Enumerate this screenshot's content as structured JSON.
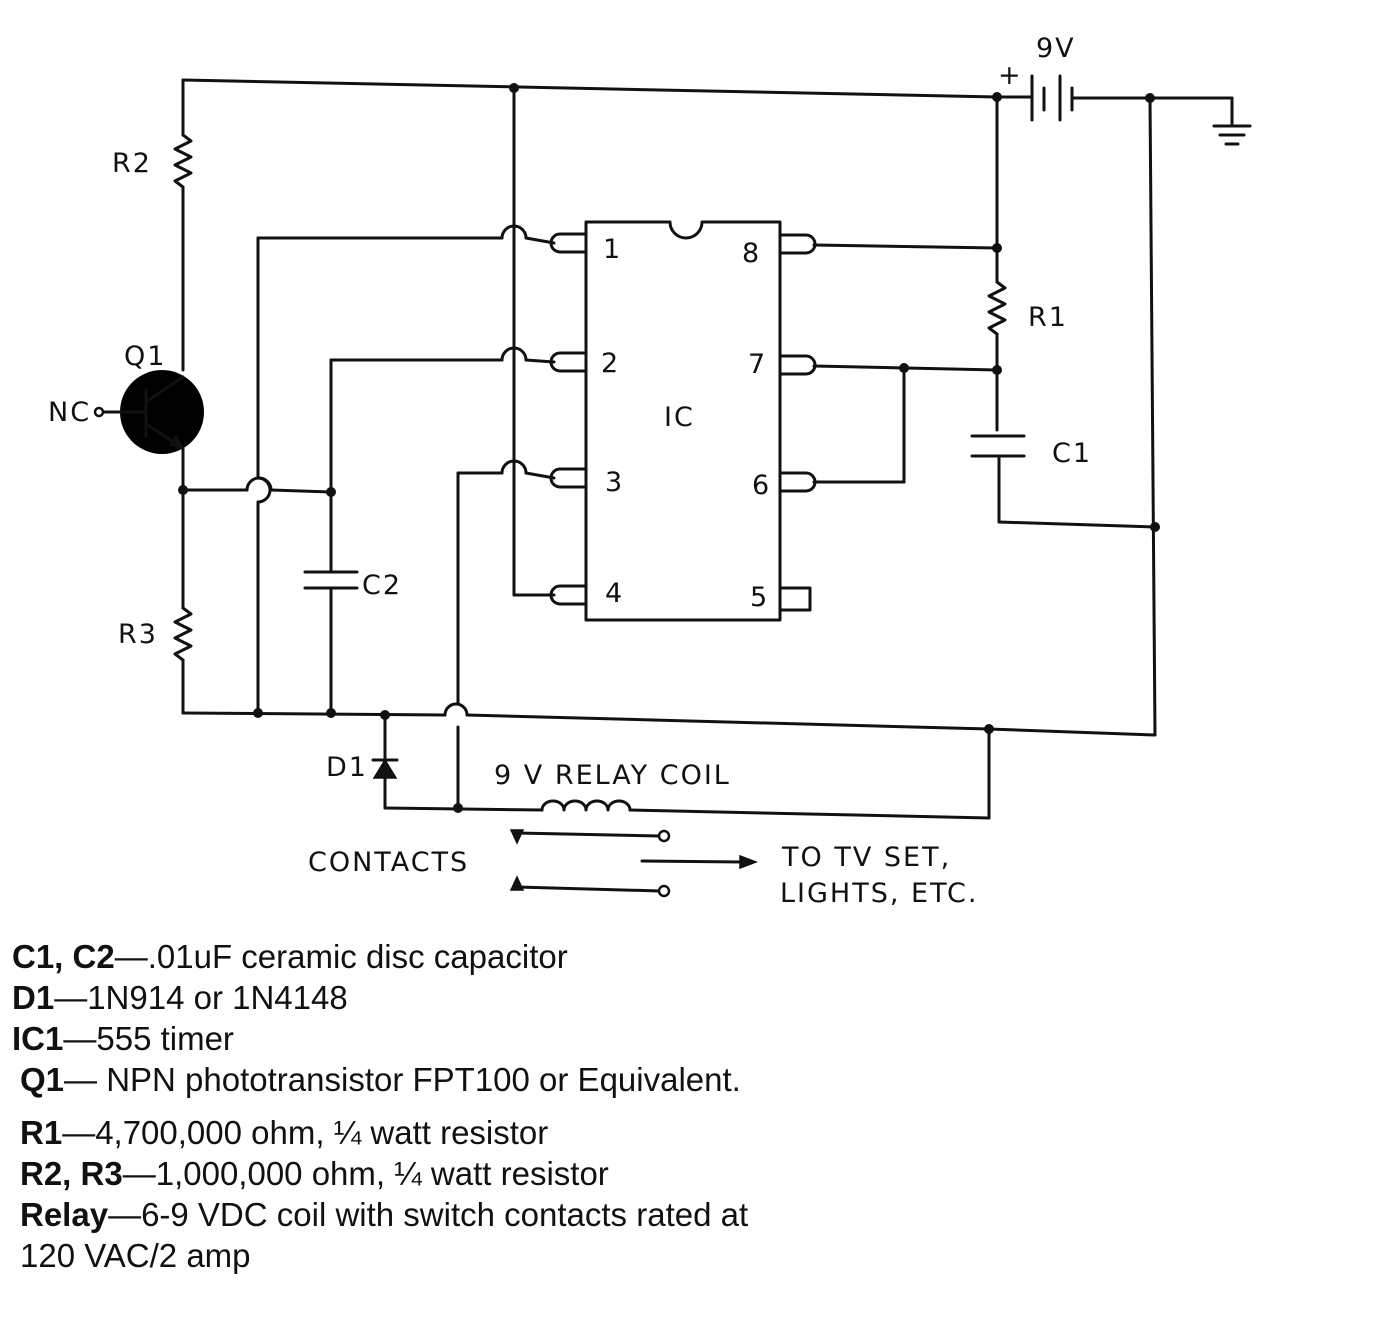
{
  "schematic": {
    "labels": {
      "battery_voltage": "9V",
      "battery_plus": "+",
      "r1": "R1",
      "r2": "R2",
      "r3": "R3",
      "q1": "Q1",
      "nc": "NC",
      "c1": "C1",
      "c2": "C2",
      "d1": "D1",
      "ic": "IC",
      "relay": "9 V RELAY COIL",
      "contacts": "CONTACTS",
      "output_line1": "TO TV SET,",
      "output_line2": "LIGHTS, ETC."
    },
    "ic_pins": {
      "p1": "1",
      "p2": "2",
      "p3": "3",
      "p4": "4",
      "p5": "5",
      "p6": "6",
      "p7": "7",
      "p8": "8"
    }
  },
  "parts_list": [
    {
      "ref": "C1, C2",
      "desc": "—.01uF ceramic disc capacitor"
    },
    {
      "ref": "D1",
      "desc": "—1N914 or 1N4148"
    },
    {
      "ref": "IC1",
      "desc": "—555 timer"
    },
    {
      "ref": "Q1",
      "desc": "— NPN phototransistor FPT100 or Equivalent."
    },
    {
      "ref": "R1",
      "desc": "—4,700,000 ohm, ¼ watt resistor"
    },
    {
      "ref": "R2, R3",
      "desc": "—1,000,000 ohm, ¼ watt resistor"
    },
    {
      "ref": "Relay",
      "desc": "—6-9 VDC coil with switch contacts rated at"
    },
    {
      "ref": "",
      "desc": "120 VAC/2 amp"
    }
  ]
}
